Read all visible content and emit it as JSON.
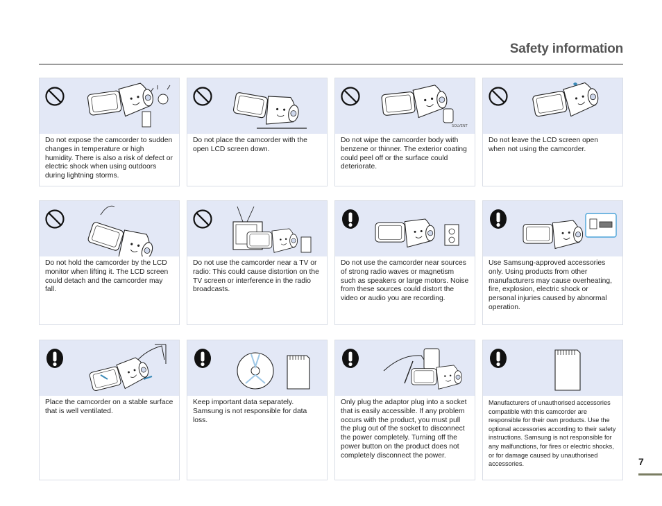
{
  "header": {
    "title": "Safety information"
  },
  "page_number": "7",
  "cards": [
    {
      "symbol": "prohibit",
      "text": "Do not expose the camcorder to sudden changes in temperature or high humidity. There is also a risk of defect or electric shock when using outdoors during lightning storms."
    },
    {
      "symbol": "prohibit",
      "text": "Do not place the camcorder with the open LCD screen down."
    },
    {
      "symbol": "prohibit",
      "text": "Do not wipe the camcorder body with benzene or thinner. The exterior coating could peel off or the surface could deteriorate."
    },
    {
      "symbol": "prohibit",
      "text": "Do not leave the LCD screen open when not using the camcorder."
    },
    {
      "symbol": "prohibit",
      "text": "Do not hold the camcorder by the LCD monitor when lifting it. The LCD screen could detach and the camcorder may fall."
    },
    {
      "symbol": "prohibit",
      "text": "Do not use the camcorder near a TV or radio: This could cause distortion on the TV screen or interference in the radio broadcasts."
    },
    {
      "symbol": "caution",
      "text": "Do not use the camcorder near sources of strong radio waves or magnetism such as speakers or large motors. Noise from these sources could distort the video or audio you are recording."
    },
    {
      "symbol": "caution",
      "text": "Use Samsung-approved accessories only. Using products from other manufacturers may cause overheating, fire, explosion, electric shock or personal injuries caused by abnormal operation."
    },
    {
      "symbol": "caution",
      "text": "Place the camcorder on a stable surface that is well ventilated."
    },
    {
      "symbol": "caution",
      "text": "Keep important data separately. Samsung is not responsible for data loss."
    },
    {
      "symbol": "caution",
      "text": "Only plug the adaptor plug into a socket that is easily accessible. If any problem occurs with the product, you must pull the plug out of the socket to disconnect the power completely. Turning off the power button on the product does not completely disconnect the power."
    },
    {
      "symbol": "caution",
      "text": "Manufacturers of unauthorised accessories compatible with this camcorder are responsible for their own products. Use the optional accessories according to their safety instructions. Samsung is not responsible for any malfunctions, for fires or electric shocks, or for damage caused by unauthorised accessories."
    }
  ]
}
